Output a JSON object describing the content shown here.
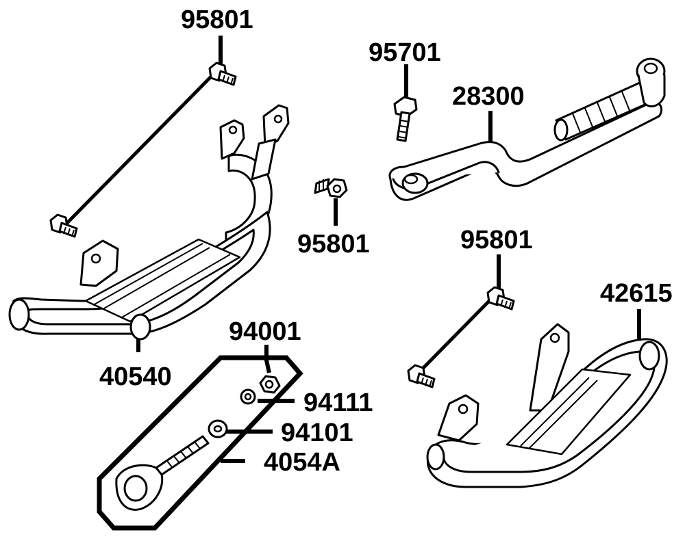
{
  "labels": {
    "bolt_top_left": "95801",
    "bolt_kick": "95701",
    "kick_lever": "28300",
    "bolt_middle": "95801",
    "bolt_right": "95801",
    "right_guard": "42615",
    "left_guard": "40540",
    "nut": "94001",
    "lock_washer": "94111",
    "washer": "94101",
    "adjuster_kit": "4054A"
  }
}
